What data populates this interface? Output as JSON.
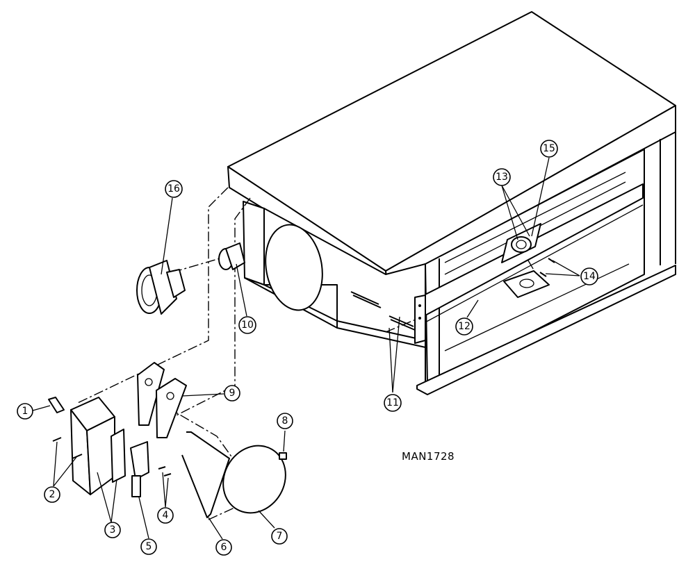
{
  "drawing": {
    "reference": "MAN1728"
  },
  "callouts": [
    {
      "id": "1",
      "label": "1"
    },
    {
      "id": "2",
      "label": "2"
    },
    {
      "id": "3",
      "label": "3"
    },
    {
      "id": "4",
      "label": "4"
    },
    {
      "id": "5",
      "label": "5"
    },
    {
      "id": "6",
      "label": "6"
    },
    {
      "id": "7",
      "label": "7"
    },
    {
      "id": "8",
      "label": "8"
    },
    {
      "id": "9",
      "label": "9"
    },
    {
      "id": "10",
      "label": "10"
    },
    {
      "id": "11",
      "label": "11"
    },
    {
      "id": "12",
      "label": "12"
    },
    {
      "id": "13",
      "label": "13"
    },
    {
      "id": "14",
      "label": "14"
    },
    {
      "id": "15",
      "label": "15"
    },
    {
      "id": "16",
      "label": "16"
    }
  ]
}
